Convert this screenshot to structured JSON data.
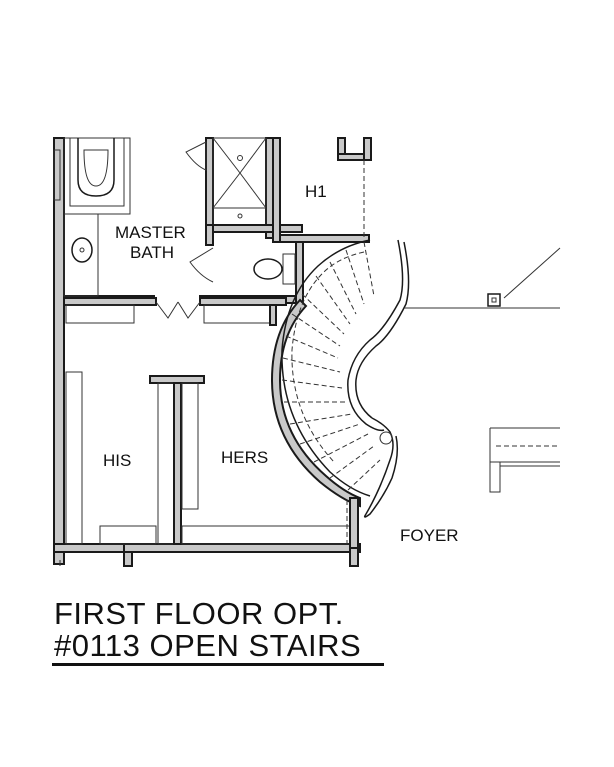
{
  "rooms": {
    "master_bath_line1": "MASTER",
    "master_bath_line2": "BATH",
    "h1": "H1",
    "his": "HIS",
    "hers": "HERS",
    "foyer": "FOYER"
  },
  "title": {
    "line1": "FIRST FLOOR OPT.",
    "line2": "#0113 OPEN STAIRS"
  }
}
